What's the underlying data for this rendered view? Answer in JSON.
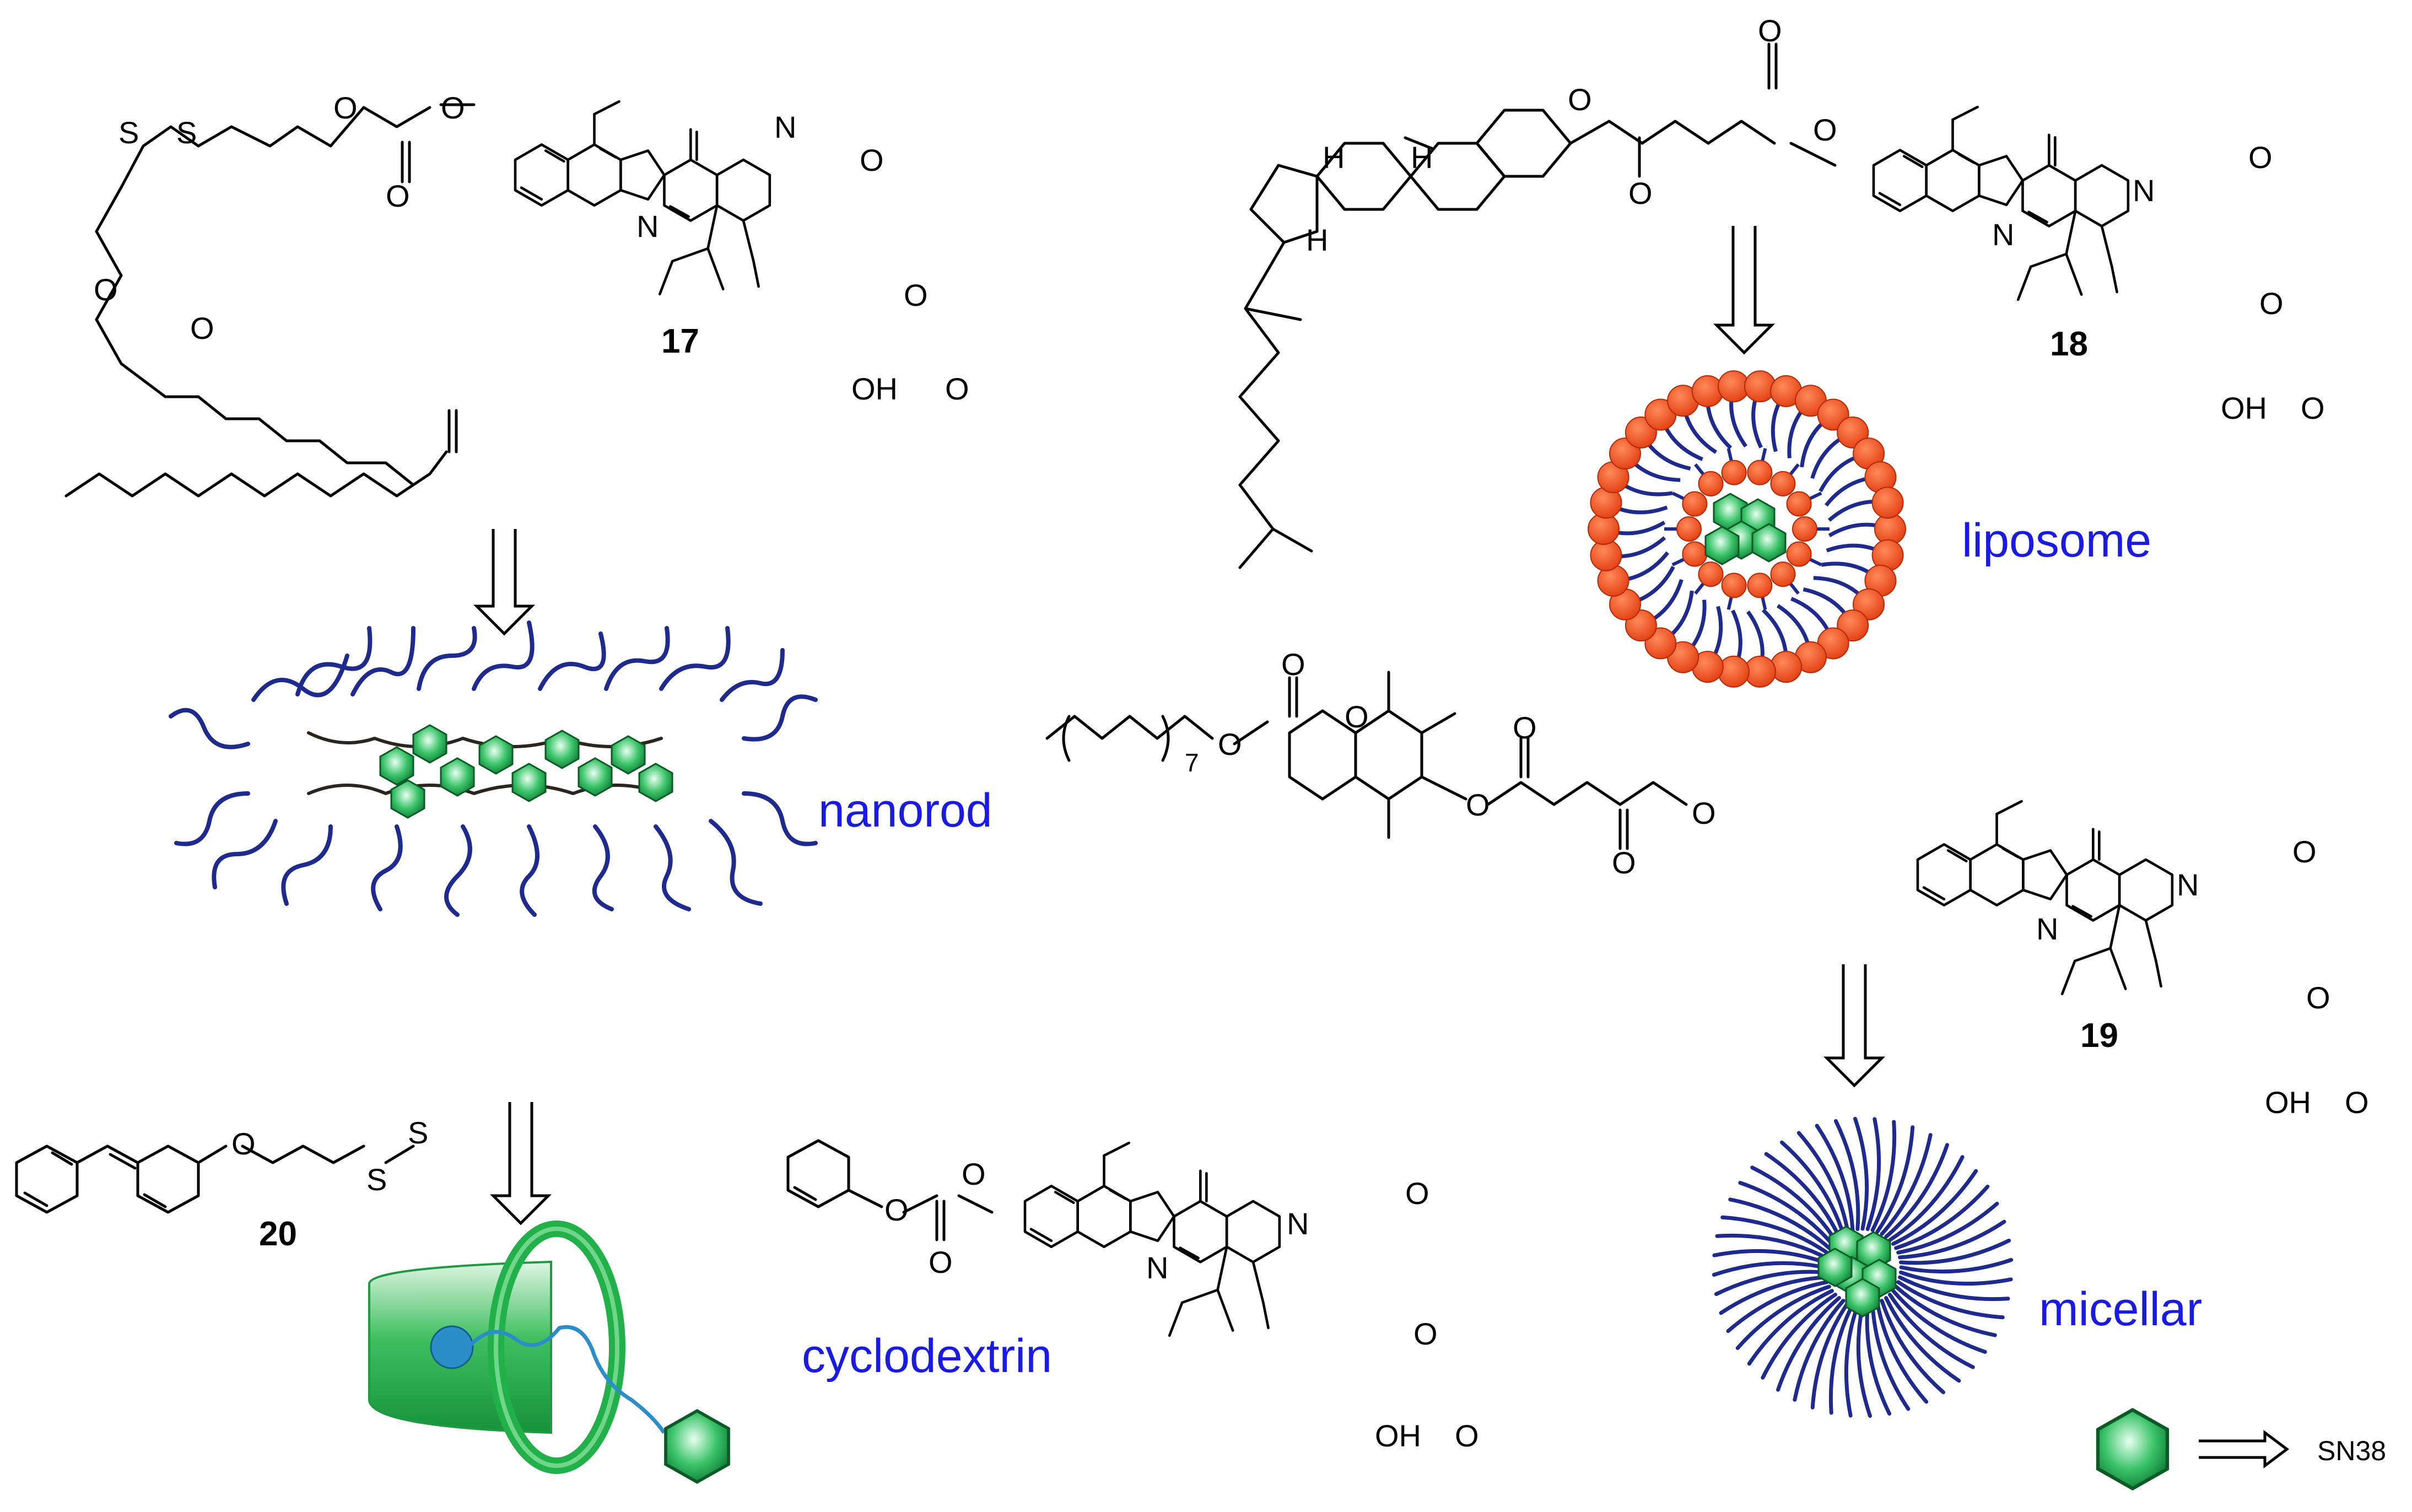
{
  "compounds": [
    {
      "id": "compound-17",
      "label": "17"
    },
    {
      "id": "compound-18",
      "label": "18"
    },
    {
      "id": "compound-19",
      "label": "19"
    },
    {
      "id": "compound-20",
      "label": "20"
    }
  ],
  "assemblies": {
    "nanorod": "nanorod",
    "liposome": "liposome",
    "micellar": "micellar",
    "cyclodextrin": "cyclodextrin"
  },
  "legend": {
    "label": "SN38"
  },
  "atoms": {
    "N": "N",
    "O": "O",
    "OH": "OH",
    "H": "H",
    "S": "S",
    "repeat": "7"
  },
  "colors": {
    "label_blue": "#1a1ae6",
    "lipid_tail": "#1f2a8f",
    "head_group": "#e84a1a",
    "drug_green": "#1fa64a",
    "cyclodextrin_green": "#22b04b"
  }
}
